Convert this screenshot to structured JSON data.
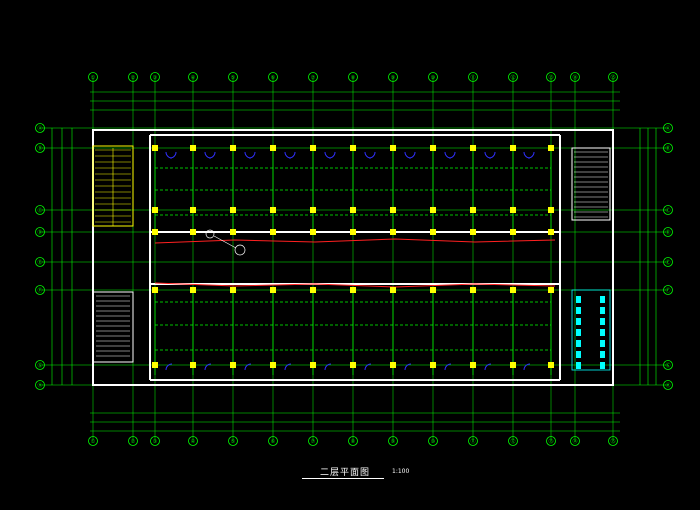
{
  "drawing": {
    "title": "二层平面图",
    "scale": "1:100"
  },
  "axes": {
    "top_labels": [
      "①",
      "②",
      "③",
      "④",
      "⑤",
      "⑥",
      "⑦",
      "⑧",
      "⑨",
      "⑩",
      "⑪",
      "⑫",
      "⑬",
      "⑭",
      "⑮"
    ],
    "side_labels": [
      "Ⓐ",
      "Ⓑ",
      "Ⓒ",
      "Ⓓ",
      "Ⓔ",
      "Ⓕ",
      "Ⓖ",
      "Ⓗ"
    ]
  },
  "colors": {
    "background": "#000000",
    "walls": "#ffffff",
    "dimensions": "#00ff00",
    "columns": "#ffff00",
    "doors": "#0000ff",
    "corridor_lines": "#ff0000",
    "sanitary": "#00ffff"
  }
}
